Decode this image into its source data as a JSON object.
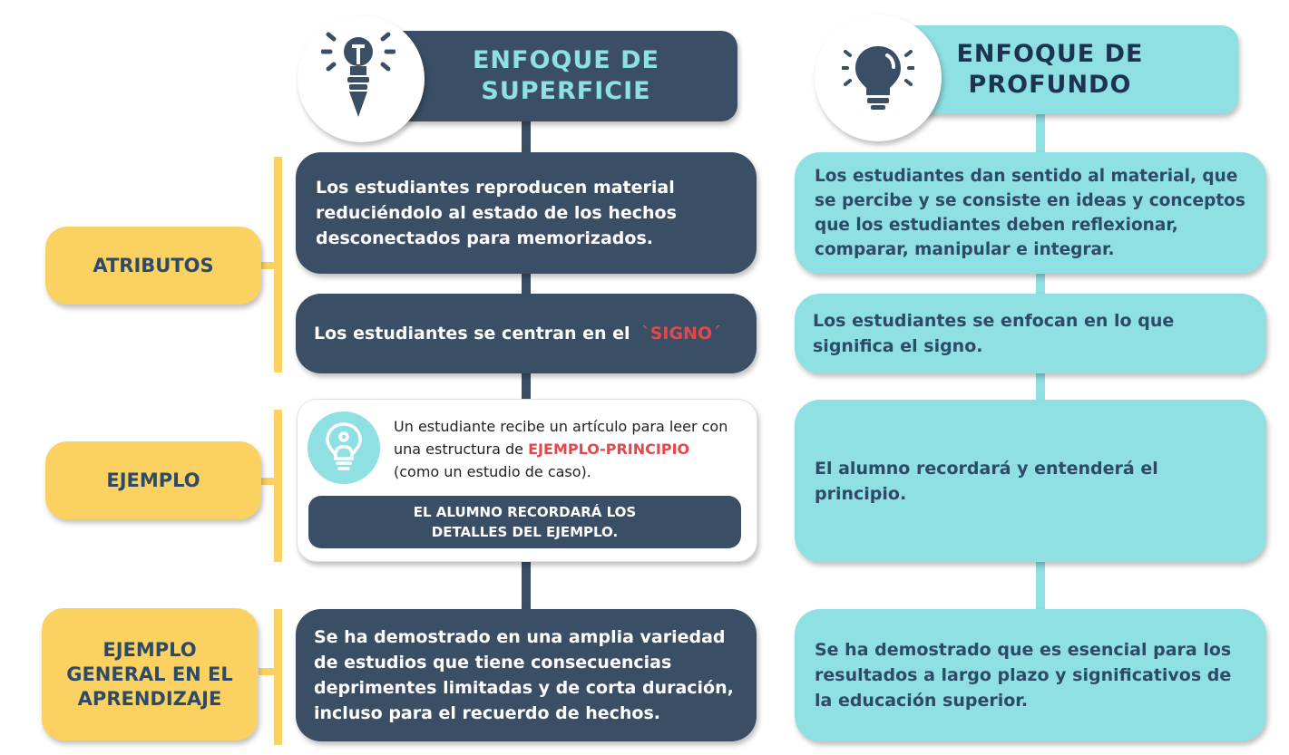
{
  "headers": {
    "surface": {
      "line1": "ENFOQUE DE",
      "line2": "SUPERFICIE",
      "icon": "pen-lightbulb-icon"
    },
    "deep": {
      "line1": "ENFOQUE DE",
      "line2": "PROFUNDO",
      "icon": "lightbulb-icon"
    }
  },
  "labels": {
    "attributes": "ATRIBUTOS",
    "example": "EJEMPLO",
    "general": {
      "line1": "EJEMPLO",
      "line2": "GENERAL EN EL",
      "line3": "APRENDIZAJE"
    }
  },
  "surface": {
    "attr1": {
      "line1": "Los estudiantes reproducen material",
      "line2": "reduciéndolo al estado de los hechos",
      "line3": "desconectados para memorizados."
    },
    "attr2": {
      "text": "Los estudiantes se centran en el",
      "highlight": "`SIGNO´"
    },
    "example": {
      "icon": "person-lightbulb-icon",
      "line1": "Un estudiante recibe un artículo para leer con",
      "line2": "una estructura de",
      "highlight": "EJEMPLO-PRINCIPIO",
      "line3": "(como un estudio de caso).",
      "result_line1": "EL ALUMNO RECORDARÁ LOS",
      "result_line2": "DETALLES DEL EJEMPLO."
    },
    "general": {
      "line1": "Se ha demostrado  en una amplia variedad",
      "line2": "de estudios que tiene consecuencias",
      "line3": "deprimentes limitadas y de corta duración,",
      "line4": "incluso para el recuerdo de hechos."
    }
  },
  "deep": {
    "attr1": {
      "line1": "Los estudiantes dan sentido al material, que",
      "line2": "se percibe y se consiste en ideas y conceptos",
      "line3": "que los estudiantes deben reflexionar,",
      "line4": "comparar, manipular e integrar."
    },
    "attr2": {
      "line1": "Los estudiantes se enfocan en lo que",
      "line2": "significa el signo."
    },
    "example": {
      "line1": "El alumno recordará y entenderá el",
      "line2": "principio."
    },
    "general": {
      "line1": "Se ha demostrado  que es esencial para los",
      "line2": "resultados a largo plazo y significativos de",
      "line3": "la educación superior."
    }
  },
  "colors": {
    "dark": "#3a4f66",
    "teal": "#8ee0e3",
    "yellow": "#fbd262",
    "red": "#e4474b",
    "navy_text": "#2e4a66"
  }
}
